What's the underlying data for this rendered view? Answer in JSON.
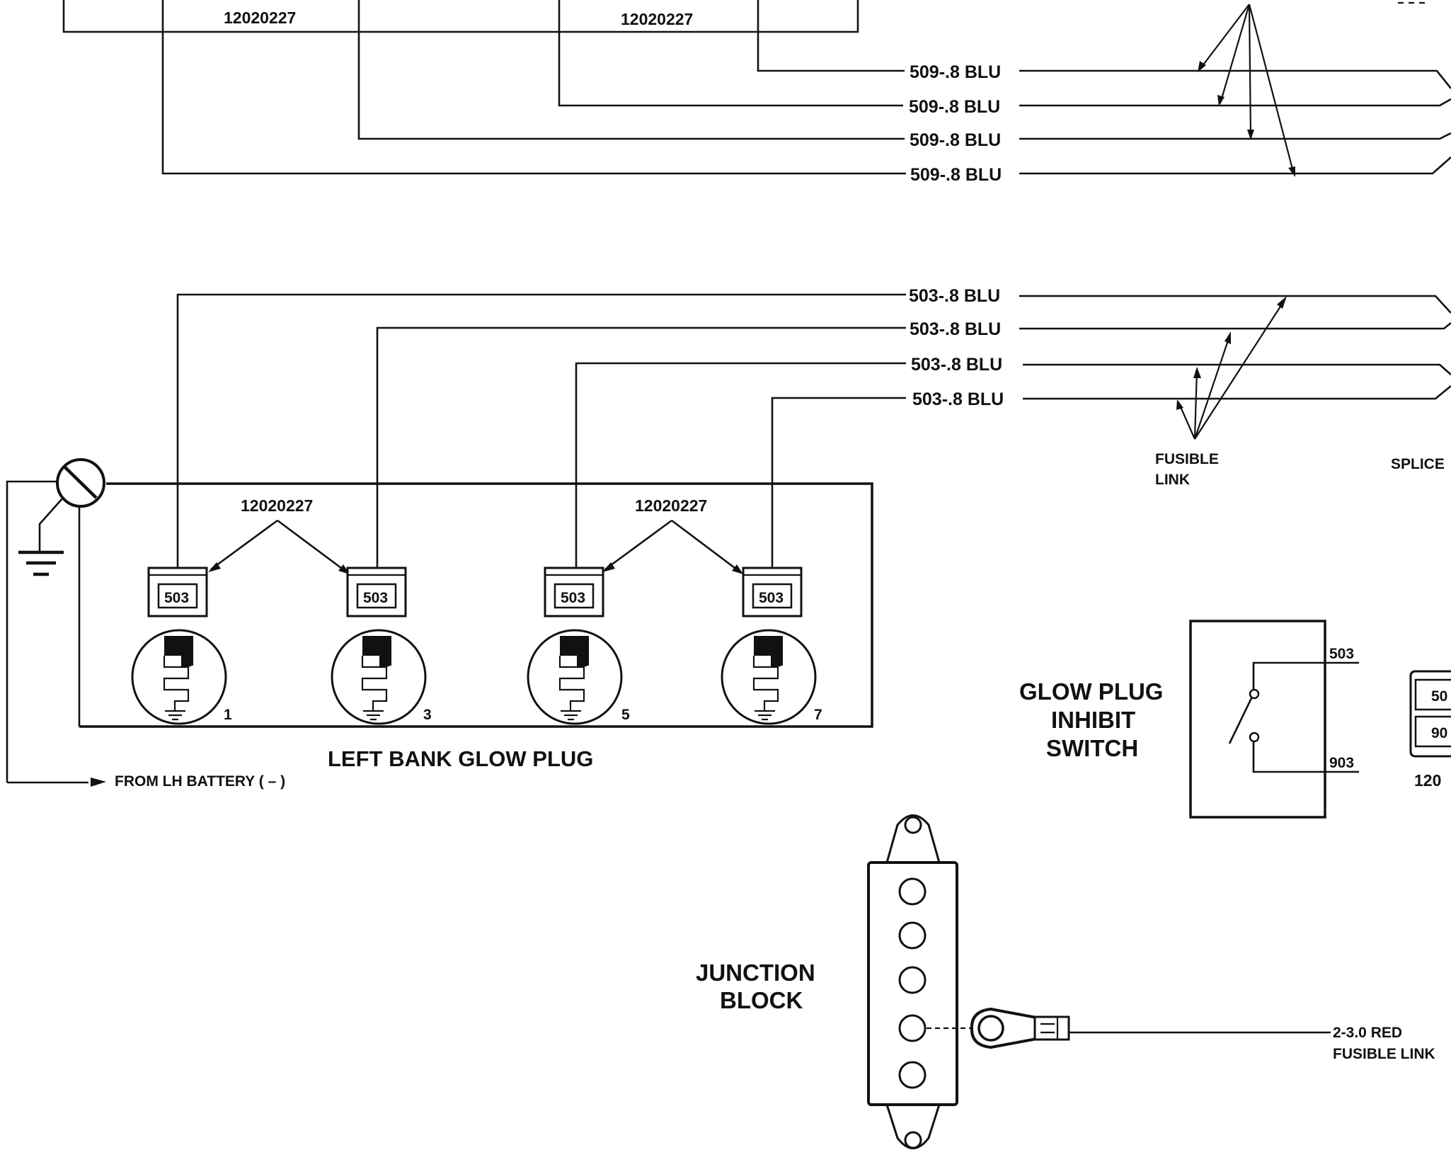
{
  "part_numbers": {
    "top_left": "12020227",
    "top_center": "12020227",
    "left_pair": "12020227",
    "right_pair": "12020227",
    "right_edge_partial": "120"
  },
  "top_wires": [
    "509-.8 BLU",
    "509-.8 BLU",
    "509-.8 BLU",
    "509-.8 BLU"
  ],
  "mid_wires": [
    "503-.8 BLU",
    "503-.8 BLU",
    "503-.8 BLU",
    "503-.8 BLU"
  ],
  "fusible_link_label": [
    "FUSIBLE",
    "LINK"
  ],
  "splice_label_partial": "SPLICE",
  "connectors": [
    "503",
    "503",
    "503",
    "503"
  ],
  "glow_plug_numbers": [
    "1",
    "3",
    "5",
    "7"
  ],
  "left_bank_title": "LEFT BANK GLOW PLUG",
  "battery_label": "FROM LH BATTERY ( – )",
  "inhibit_switch": {
    "title_lines": [
      "GLOW PLUG",
      "INHIBIT",
      "SWITCH"
    ],
    "terminal_top": "503",
    "terminal_bottom": "903"
  },
  "right_connector_partial": [
    "50",
    "90"
  ],
  "junction_block_lines": [
    "JUNCTION",
    "BLOCK"
  ],
  "red_link_lines": [
    "2-3.0 RED",
    "FUSIBLE LINK"
  ]
}
